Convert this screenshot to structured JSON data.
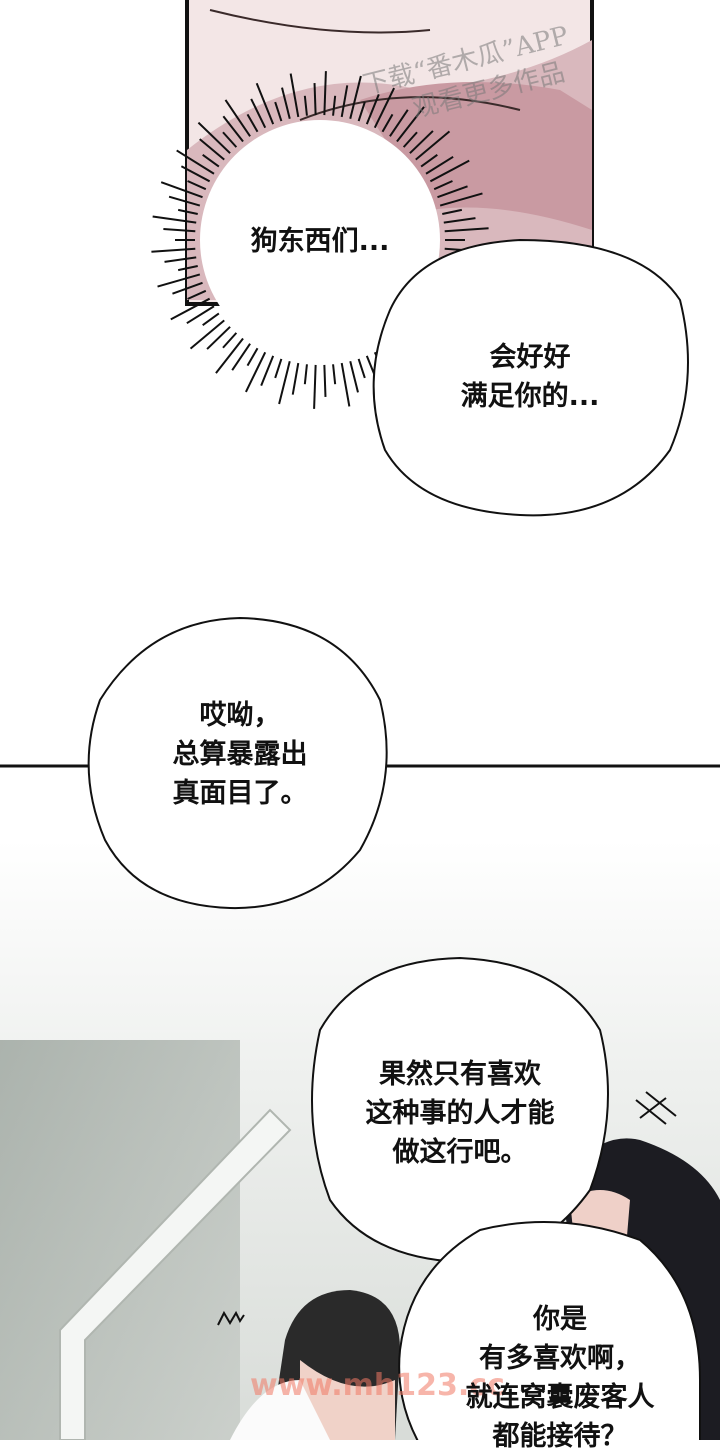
{
  "watermark_top": {
    "line1": "下载“番木瓜”APP",
    "line2": "观看更多作品"
  },
  "watermark_bottom": "www.mh123.cc",
  "bubbles": [
    {
      "lines": [
        "狗东西们..."
      ]
    },
    {
      "lines": [
        "会好好",
        "满足你的..."
      ]
    },
    {
      "lines": [
        "哎呦，",
        "总算暴露出",
        "真面目了。"
      ]
    },
    {
      "lines": [
        "果然只有喜欢",
        "这种事的人才能",
        "做这行吧。"
      ]
    },
    {
      "lines": [
        "你是",
        "有多喜欢啊，",
        "就连窝囊废客人",
        "都能接待？"
      ]
    }
  ]
}
